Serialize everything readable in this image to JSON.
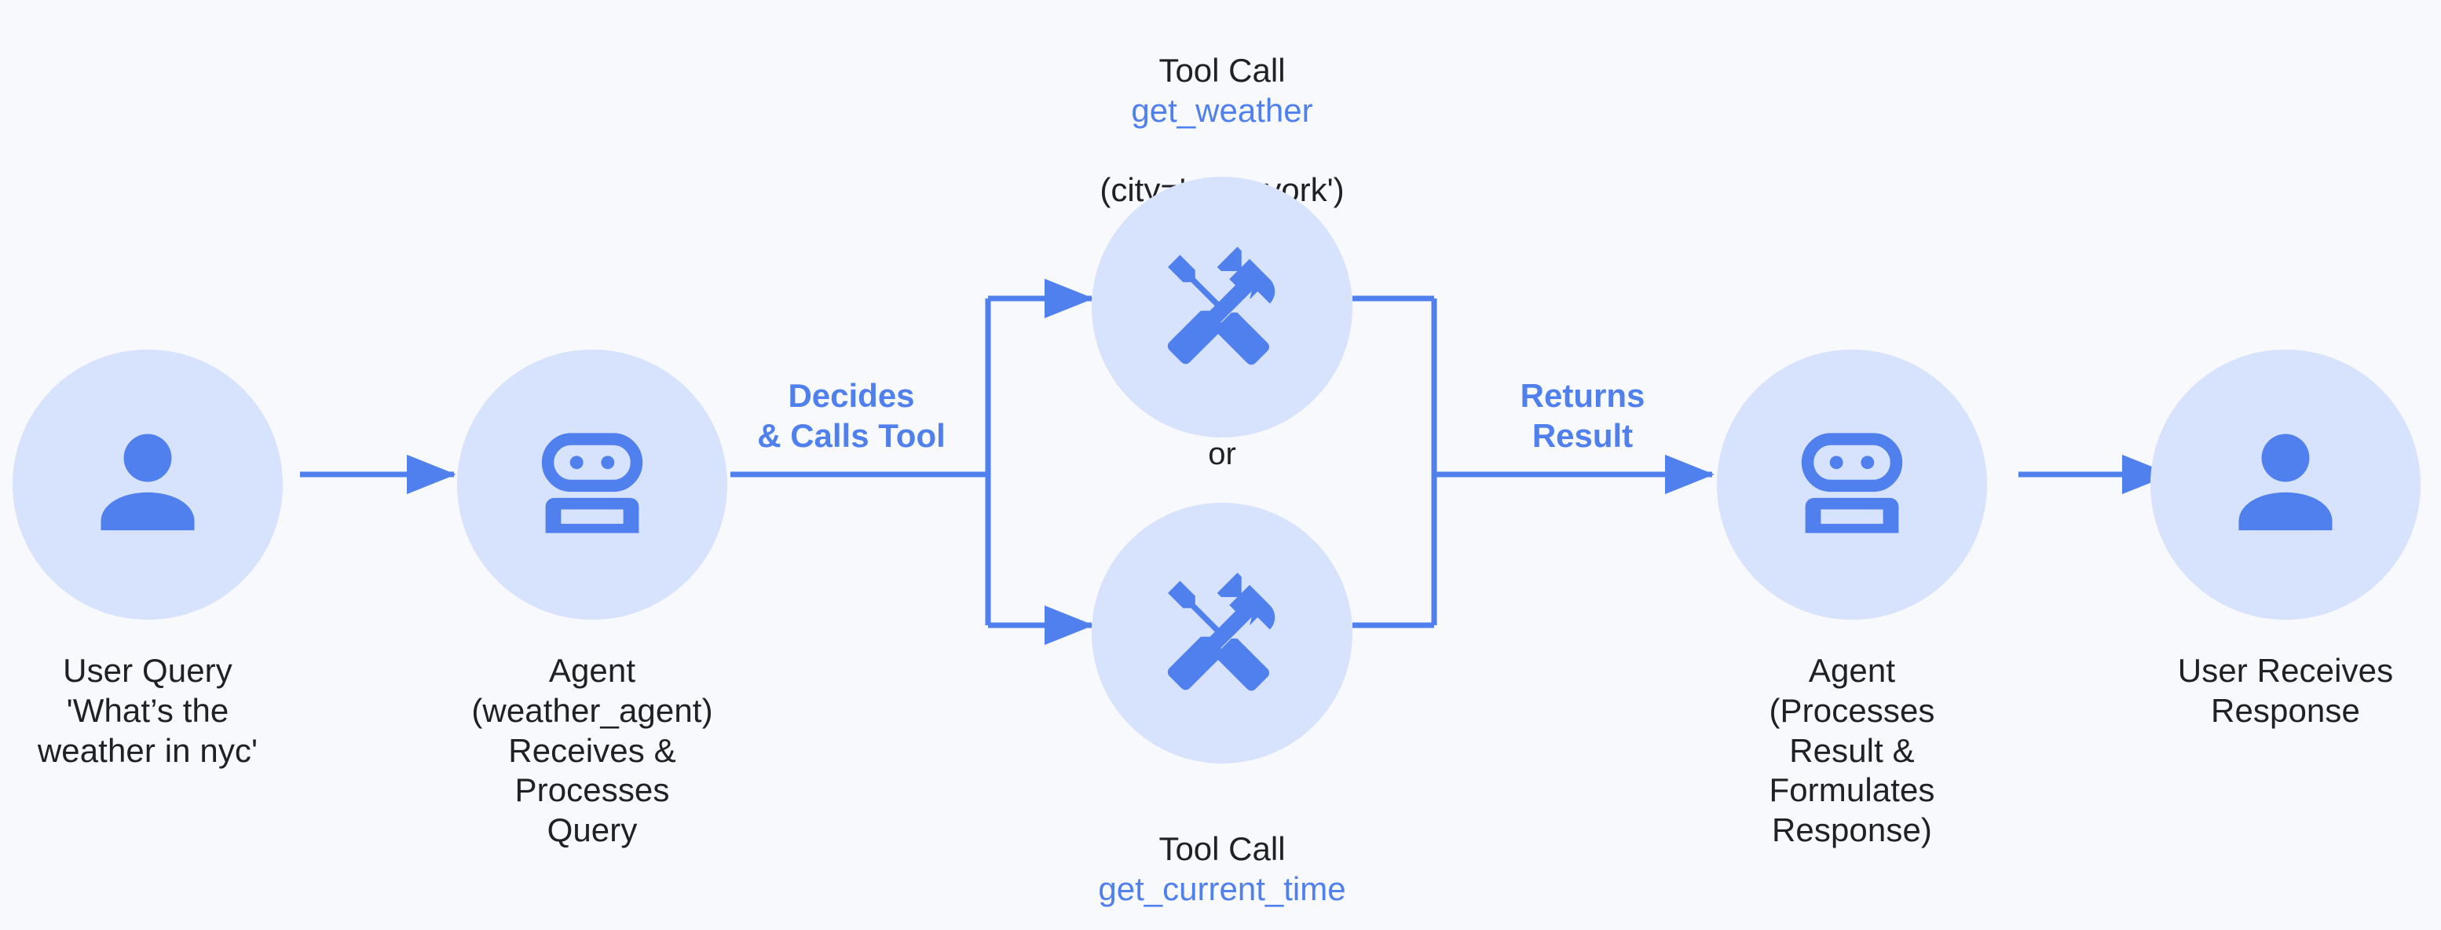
{
  "canvas": {
    "background_color": "#f8f9fc",
    "accent_color": "#4f80ee",
    "bubble_color": "#d7e2fc",
    "text_color": "#202124"
  },
  "nodes": [
    {
      "id": "user-query",
      "icon": "person-icon",
      "caption": "User Query\n'What’s the\nweather in nyc'"
    },
    {
      "id": "agent-receives",
      "icon": "robot-icon",
      "caption": "Agent\n(weather_agent)\nReceives &\nProcesses\nQuery"
    },
    {
      "id": "tool-weather",
      "icon": "handyman-icon",
      "caption": "Tool Call",
      "function_name": "get_weather",
      "arguments": "(city='new_york')"
    },
    {
      "id": "tool-current-time",
      "icon": "handyman-icon",
      "caption": "Tool Call",
      "function_name": "get_current_time",
      "arguments": ""
    },
    {
      "id": "agent-processes",
      "icon": "robot-icon",
      "caption": "Agent\n(Processes\nResult &\nFormulates\nResponse)"
    },
    {
      "id": "user-response",
      "icon": "person-icon",
      "caption": "User Receives\nResponse"
    }
  ],
  "edges": {
    "decides_label": "Decides\n& Calls Tool",
    "returns_label": "Returns\nResult",
    "branch_separator": "or"
  }
}
